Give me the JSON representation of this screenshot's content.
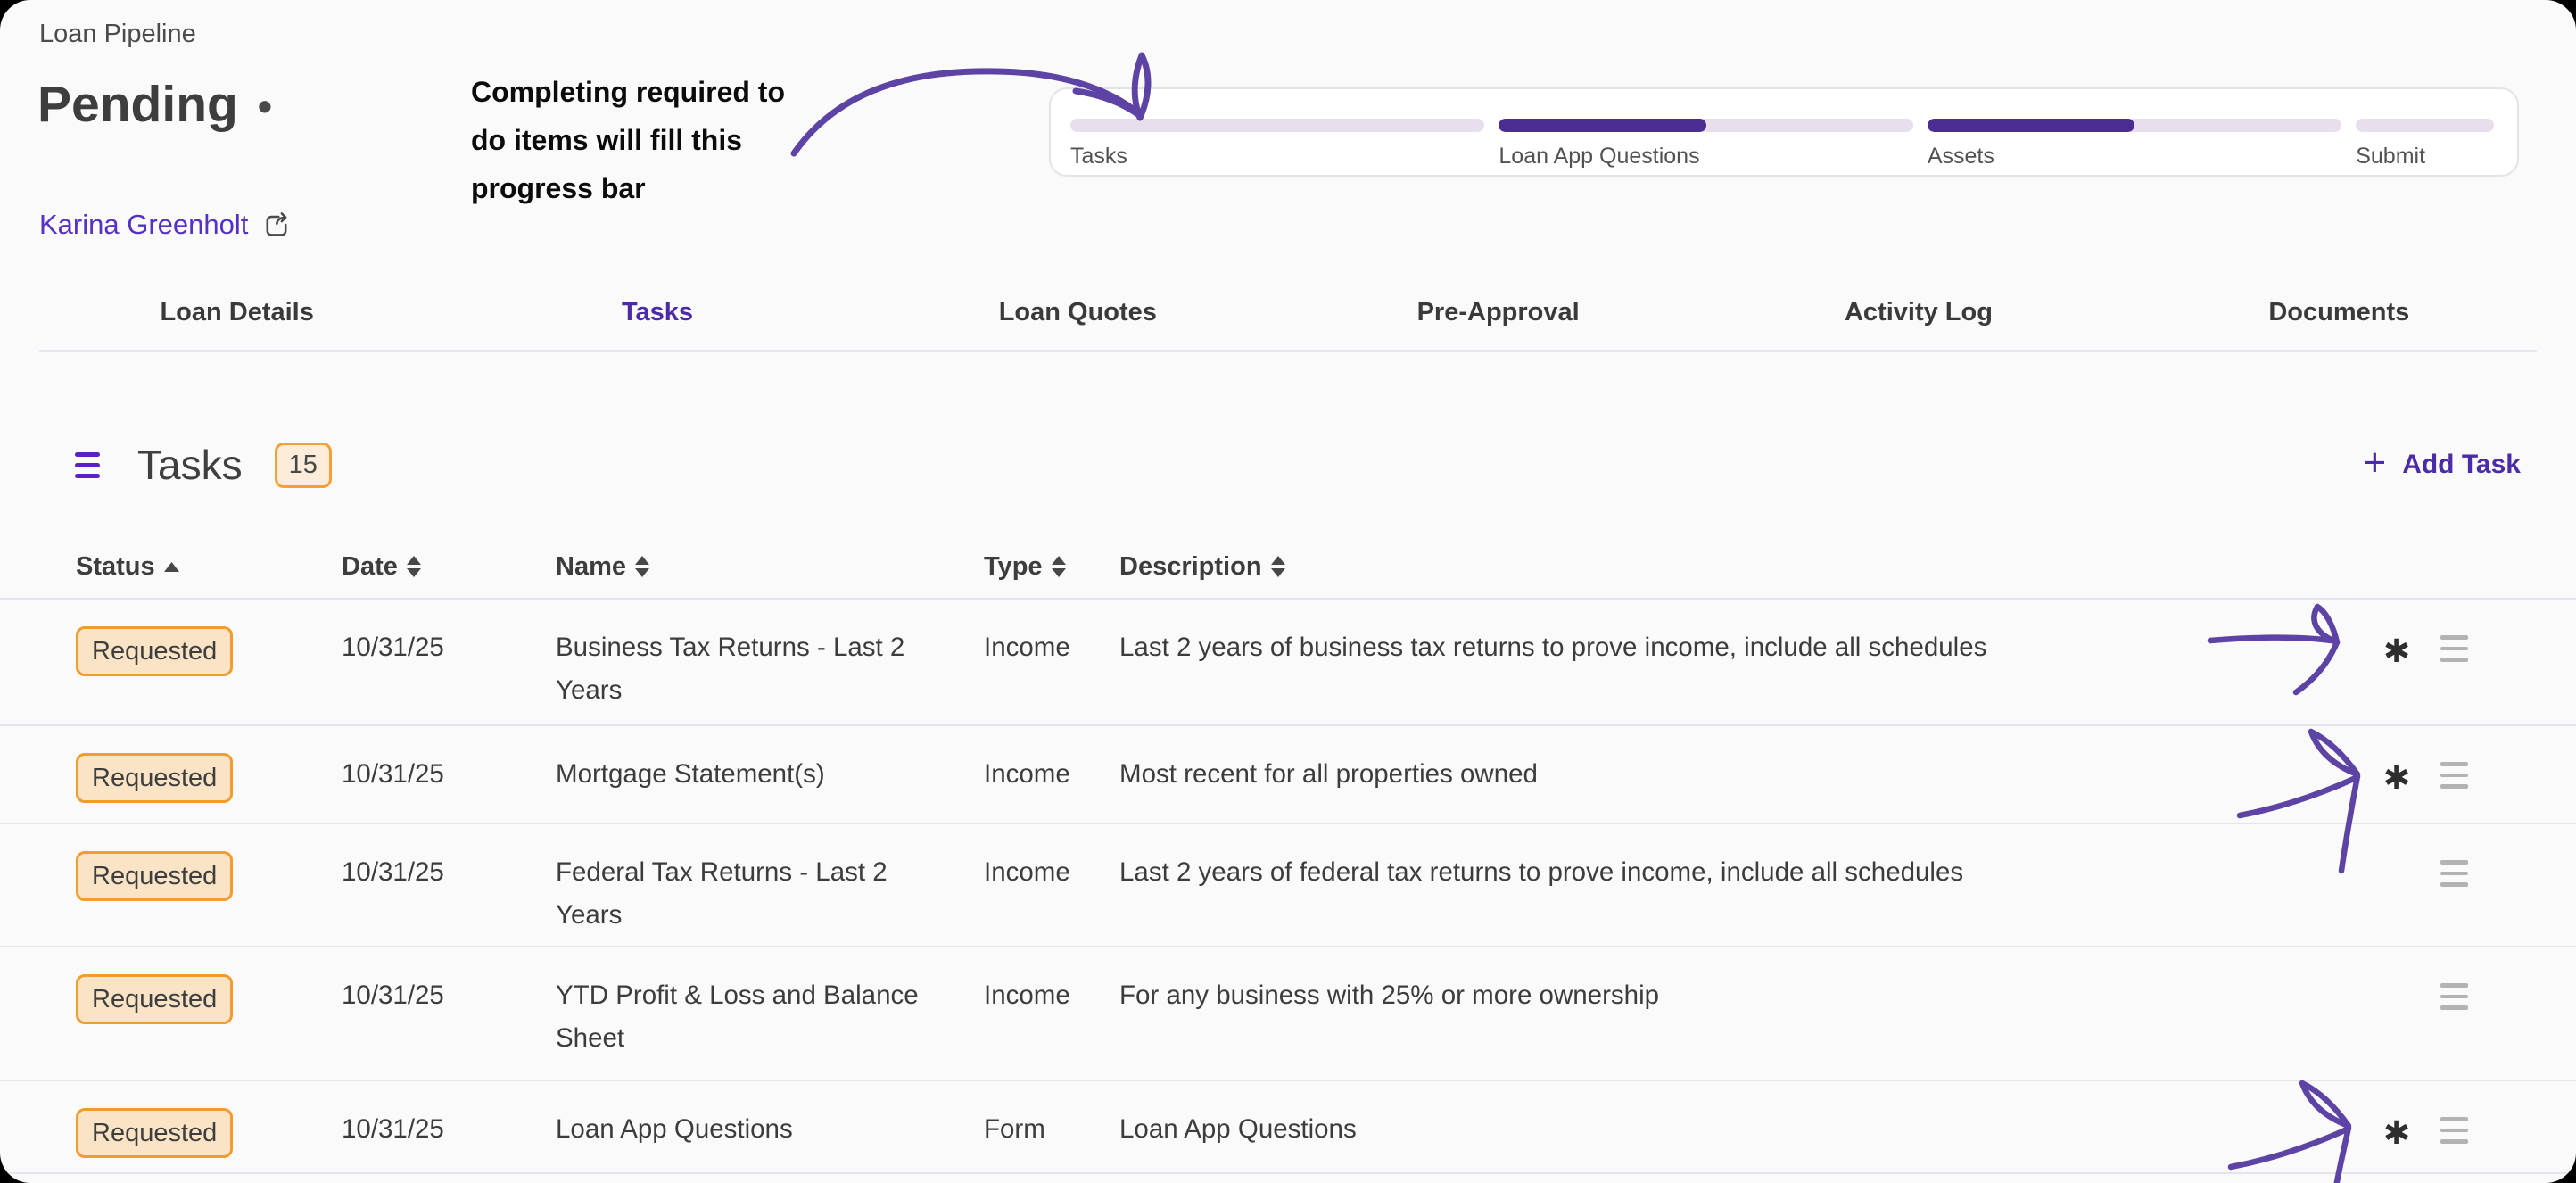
{
  "header": {
    "breadcrumb": "Loan Pipeline",
    "status_title": "Pending",
    "status_bullet": "•",
    "borrower": {
      "name": "Karina Greenholt",
      "icon": "external-link-icon"
    }
  },
  "annotation": {
    "line1": "Completing required to",
    "line2": "do items will fill this",
    "line3": "progress bar",
    "arrow_color": "#5d43a4"
  },
  "progress": {
    "track_color": "#e8deec",
    "fill_color": "#4a2c92",
    "steps": [
      {
        "label": "Tasks",
        "fill_pct": 0,
        "fill_style": "width:0%"
      },
      {
        "label": "Loan App Questions",
        "fill_pct": 50,
        "fill_style": "width:50%"
      },
      {
        "label": "Assets",
        "fill_pct": 50,
        "fill_style": "width:50%"
      },
      {
        "label": "Submit",
        "fill_pct": 0,
        "fill_style": "width:0%"
      }
    ]
  },
  "tabs": [
    {
      "label": "Loan Details",
      "active": false
    },
    {
      "label": "Tasks",
      "active": true
    },
    {
      "label": "Loan Quotes",
      "active": false
    },
    {
      "label": "Pre-Approval",
      "active": false
    },
    {
      "label": "Activity Log",
      "active": false
    },
    {
      "label": "Documents",
      "active": false
    }
  ],
  "tasks_section": {
    "title": "Tasks",
    "count": "15",
    "add_button_label": "Add Task",
    "add_button_plus": "+"
  },
  "table": {
    "columns": {
      "status": "Status",
      "date": "Date",
      "name": "Name",
      "type": "Type",
      "description": "Description"
    },
    "sort": {
      "status": "ascending",
      "others": "unsorted"
    },
    "required_marker": "✱",
    "rows": [
      {
        "status": "Requested",
        "date": "10/31/25",
        "name": "Business Tax Returns - Last 2 Years",
        "type": "Income",
        "description": "Last 2 years of business tax returns to prove income, include all schedules",
        "required": true,
        "hand_arrow": true
      },
      {
        "status": "Requested",
        "date": "10/31/25",
        "name": "Mortgage Statement(s)",
        "type": "Income",
        "description": "Most recent for all properties owned",
        "required": true,
        "hand_arrow": true
      },
      {
        "status": "Requested",
        "date": "10/31/25",
        "name": "Federal Tax Returns - Last 2 Years",
        "type": "Income",
        "description": "Last 2 years of federal tax returns to prove income, include all schedules",
        "required": false,
        "hand_arrow": false
      },
      {
        "status": "Requested",
        "date": "10/31/25",
        "name": "YTD Profit & Loss and Balance Sheet",
        "type": "Income",
        "description": "For any business with 25% or more ownership",
        "required": false,
        "hand_arrow": false
      },
      {
        "status": "Requested",
        "date": "10/31/25",
        "name": "Loan App Questions",
        "type": "Form",
        "description": "Loan App Questions",
        "required": true,
        "hand_arrow": true
      }
    ]
  },
  "colors": {
    "accent_purple": "#4c2ba6",
    "link_purple": "#5531c6",
    "progress_fill": "#4a2c92",
    "progress_track": "#e8deec",
    "badge_border_orange": "#f29b2e",
    "badge_bg_peach": "#fbe3c5",
    "card_bg": "#fafafa",
    "panel_bg": "#ffffff"
  }
}
